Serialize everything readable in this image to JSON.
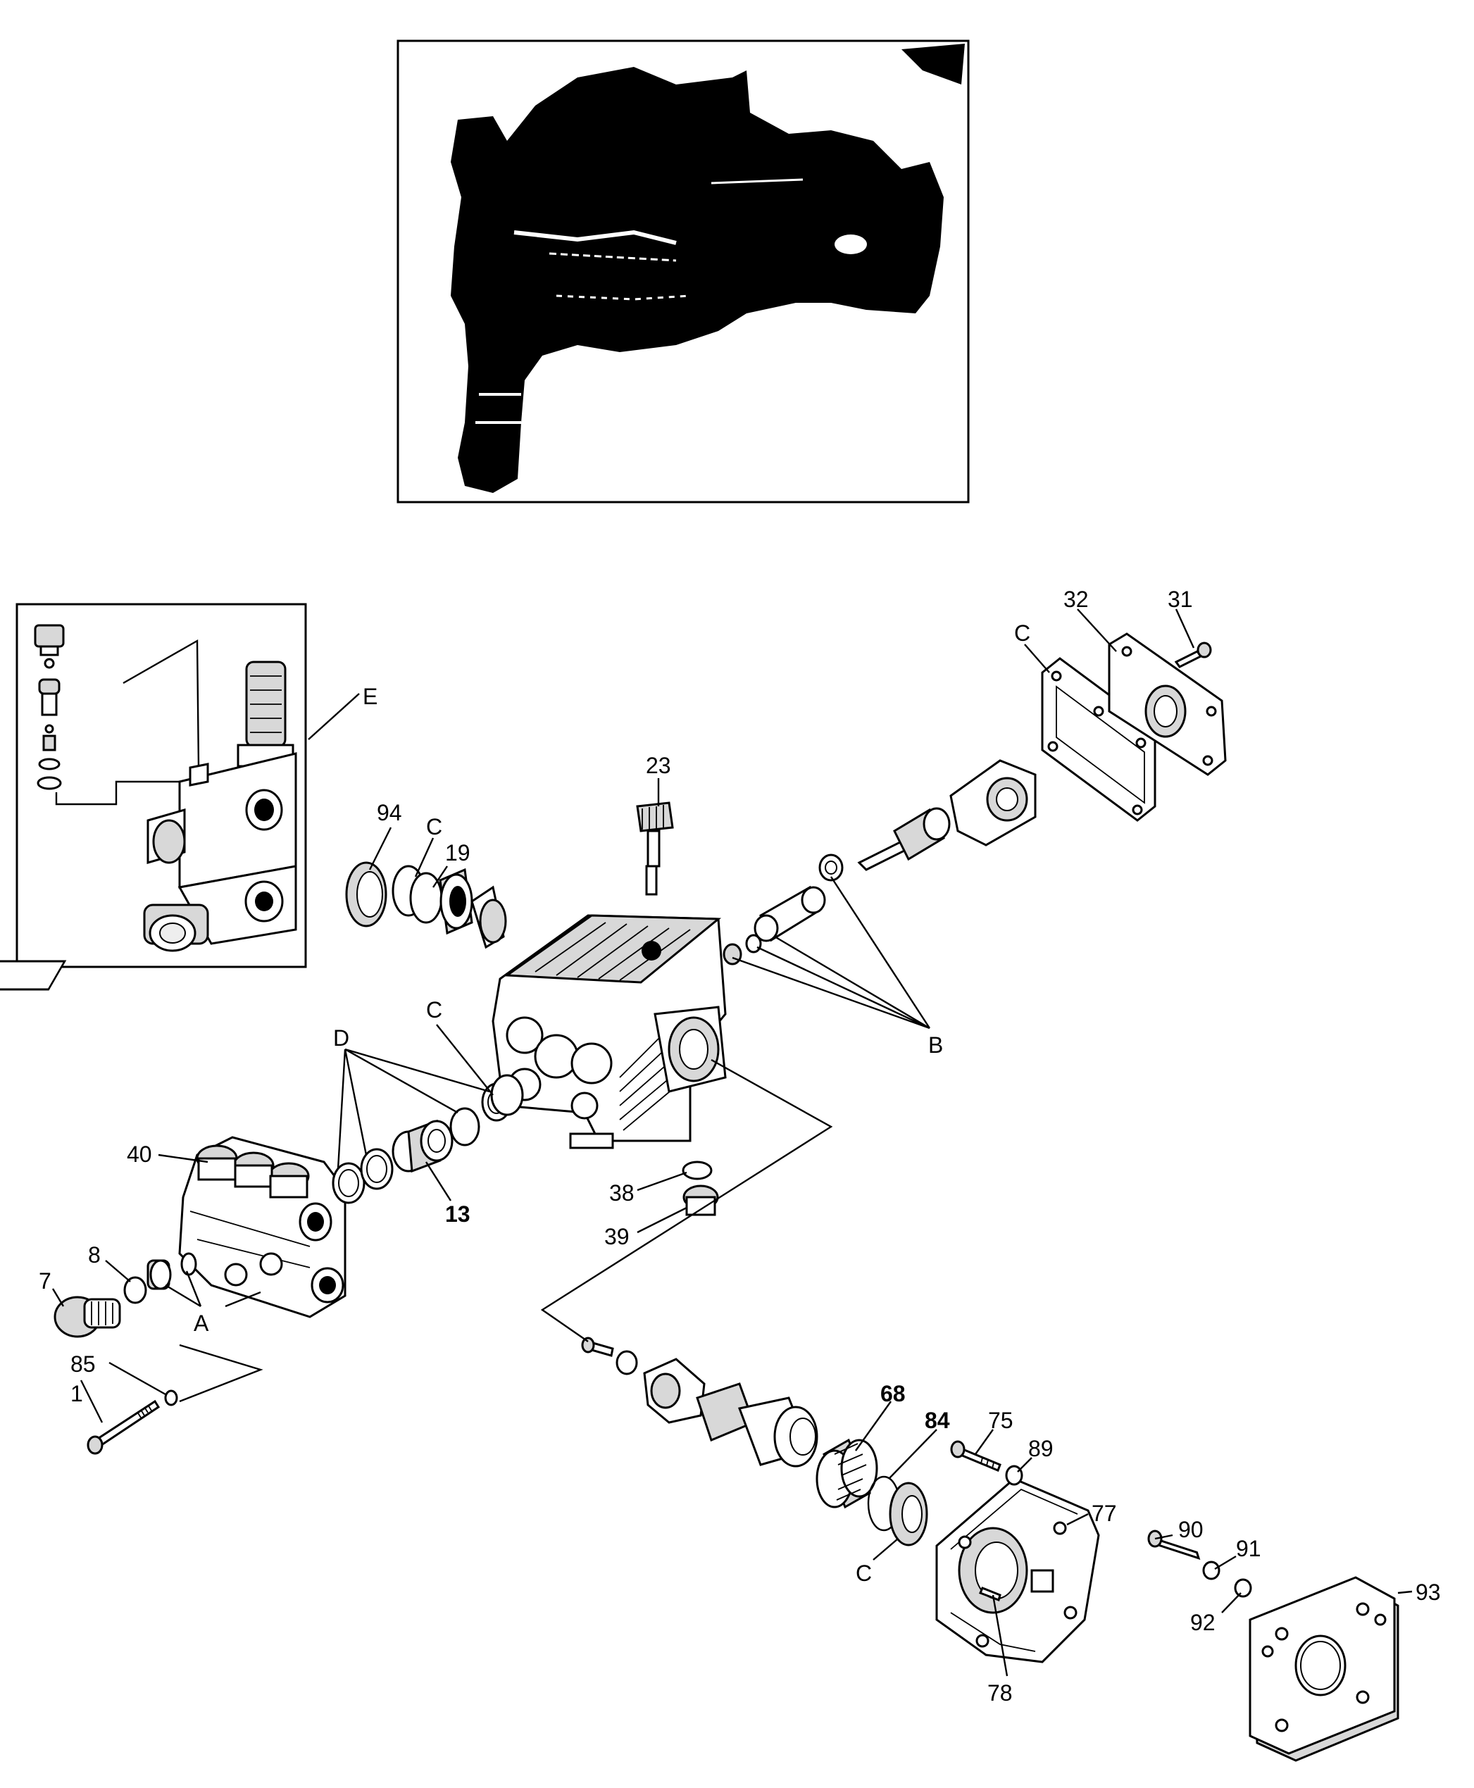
{
  "diagram": {
    "callouts": [
      {
        "id": "c-1",
        "text": "1"
      },
      {
        "id": "c-7",
        "text": "7"
      },
      {
        "id": "c-8",
        "text": "8"
      },
      {
        "id": "c-13",
        "text": "13"
      },
      {
        "id": "c-19",
        "text": "19"
      },
      {
        "id": "c-23",
        "text": "23"
      },
      {
        "id": "c-31",
        "text": "31"
      },
      {
        "id": "c-32",
        "text": "32"
      },
      {
        "id": "c-38",
        "text": "38"
      },
      {
        "id": "c-39",
        "text": "39"
      },
      {
        "id": "c-40",
        "text": "40"
      },
      {
        "id": "c-68",
        "text": "68"
      },
      {
        "id": "c-75",
        "text": "75"
      },
      {
        "id": "c-77",
        "text": "77"
      },
      {
        "id": "c-78",
        "text": "78"
      },
      {
        "id": "c-84",
        "text": "84"
      },
      {
        "id": "c-85",
        "text": "85"
      },
      {
        "id": "c-89",
        "text": "89"
      },
      {
        "id": "c-90",
        "text": "90"
      },
      {
        "id": "c-91",
        "text": "91"
      },
      {
        "id": "c-92",
        "text": "92"
      },
      {
        "id": "c-93",
        "text": "93"
      },
      {
        "id": "c-94",
        "text": "94"
      },
      {
        "id": "c-A",
        "text": "A"
      },
      {
        "id": "c-B",
        "text": "B"
      },
      {
        "id": "c-C1",
        "text": "C"
      },
      {
        "id": "c-C2",
        "text": "C"
      },
      {
        "id": "c-C3",
        "text": "C"
      },
      {
        "id": "c-C4",
        "text": "C"
      },
      {
        "id": "c-D",
        "text": "D"
      },
      {
        "id": "c-E",
        "text": "E"
      }
    ]
  }
}
